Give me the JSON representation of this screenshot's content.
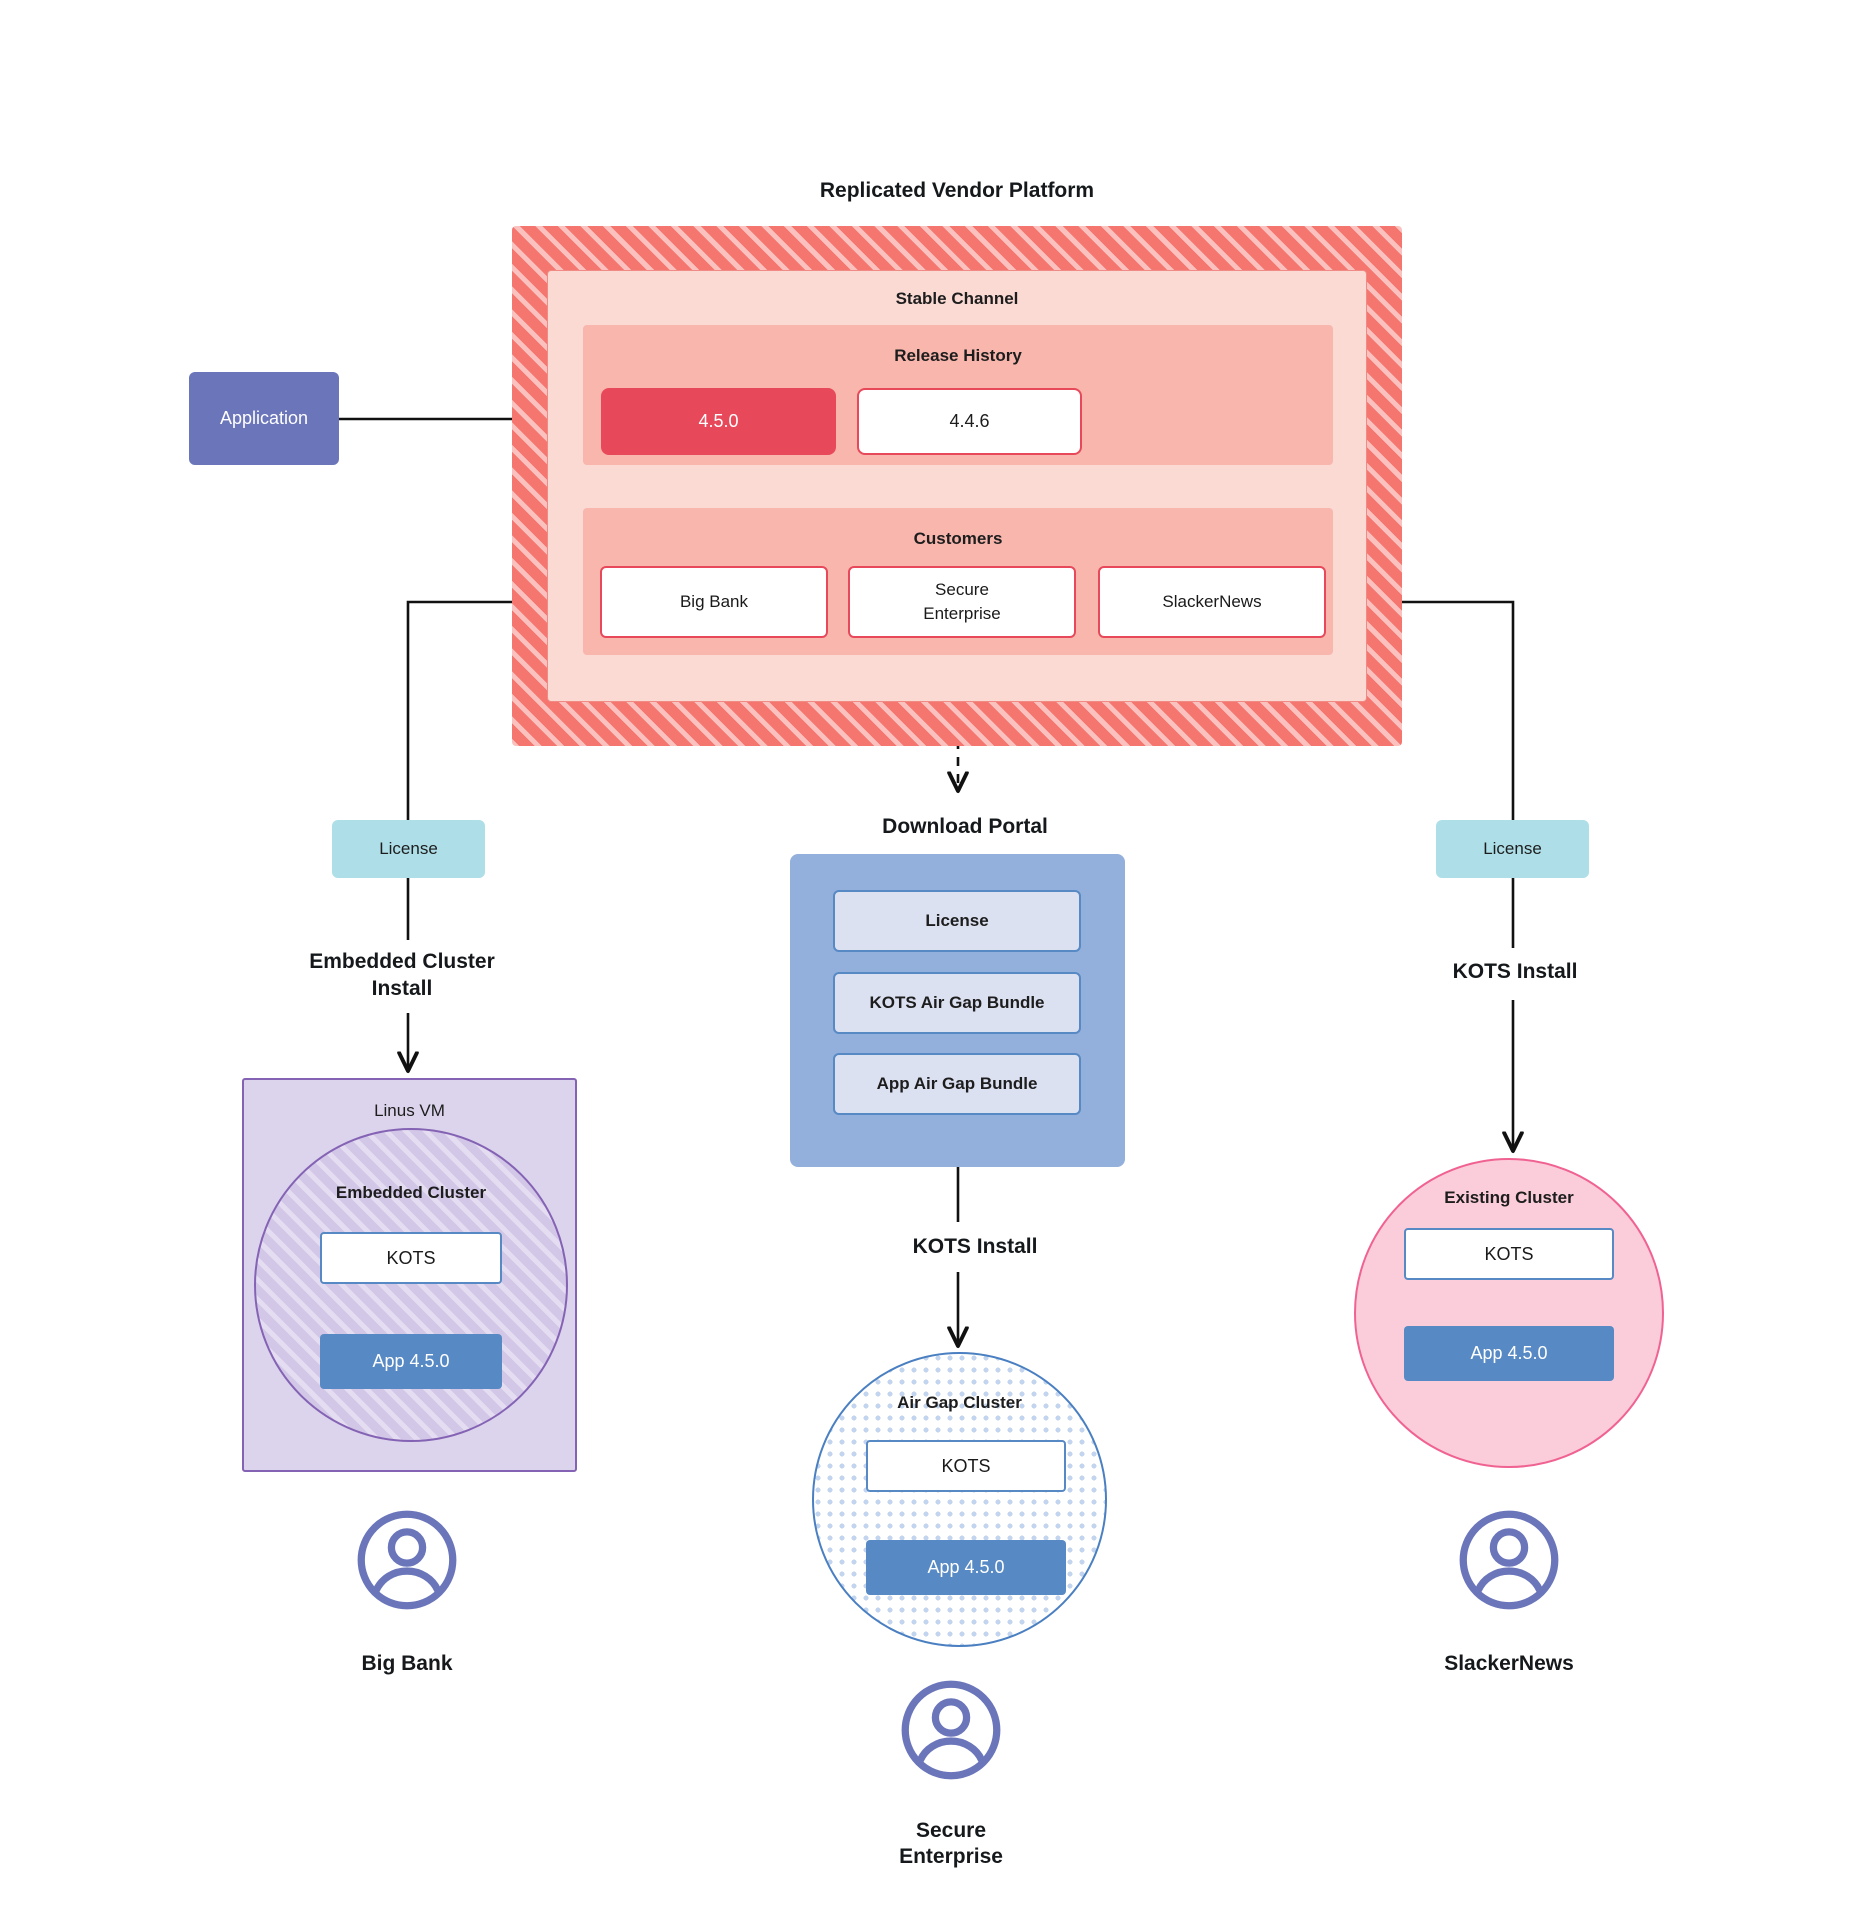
{
  "diagram": {
    "platform": {
      "title": "Replicated Vendor Platform",
      "channel_label": "Stable Channel",
      "release_history": {
        "label": "Release History",
        "releases": [
          {
            "version": "4.5.0",
            "state": "current"
          },
          {
            "version": "4.4.6",
            "state": "previous"
          }
        ]
      },
      "customers": {
        "label": "Customers",
        "items": [
          {
            "name": "Big Bank"
          },
          {
            "name": "Secure\nEnterprise"
          },
          {
            "name": "SlackerNews"
          }
        ]
      }
    },
    "application_box": {
      "label": "Application"
    },
    "license_chips": [
      {
        "label": "License"
      },
      {
        "label": "License"
      }
    ],
    "flow_labels": {
      "embedded_cluster_install": "Embedded Cluster\nInstall",
      "kots_install_right": "KOTS Install",
      "kots_install_middle": "KOTS Install",
      "download_portal_title": "Download  Portal"
    },
    "download_portal": {
      "title": "Download  Portal",
      "items": [
        {
          "label": "License"
        },
        {
          "label": "KOTS Air Gap Bundle"
        },
        {
          "label": "App Air Gap Bundle"
        }
      ]
    },
    "linux_vm": {
      "label": "Linus VM",
      "embedded_cluster": {
        "label": "Embedded Cluster",
        "kots": "KOTS",
        "app": "App 4.5.0"
      }
    },
    "airgap_cluster": {
      "label": "Air Gap Cluster",
      "kots": "KOTS",
      "app": "App 4.5.0"
    },
    "existing_cluster": {
      "label": "Existing Cluster",
      "kots": "KOTS",
      "app": "App 4.5.0"
    },
    "personas": [
      {
        "name": "Big Bank",
        "icon": "user-avatar-icon"
      },
      {
        "name": "Secure\nEnterprise",
        "icon": "user-avatar-icon"
      },
      {
        "name": "SlackerNews",
        "icon": "user-avatar-icon"
      }
    ],
    "colors": {
      "platform_hatch": "#F4766F",
      "channel_fill": "#FBDAD4",
      "section_fill": "#F8B6AD",
      "release_current": "#E8495A",
      "application": "#6A75BA",
      "license_chip": "#AEDFE8",
      "download_portal": "#93AFDC",
      "download_item": "#DCE1F2",
      "vm_purple": "#DCD4EC",
      "vm_border": "#8463B4",
      "app_blue": "#5789C4",
      "existing_cluster_pink": "#FBCDDA",
      "existing_cluster_border": "#F06292",
      "airgap_border": "#4A7FC1",
      "avatar": "#6A75BA"
    }
  }
}
